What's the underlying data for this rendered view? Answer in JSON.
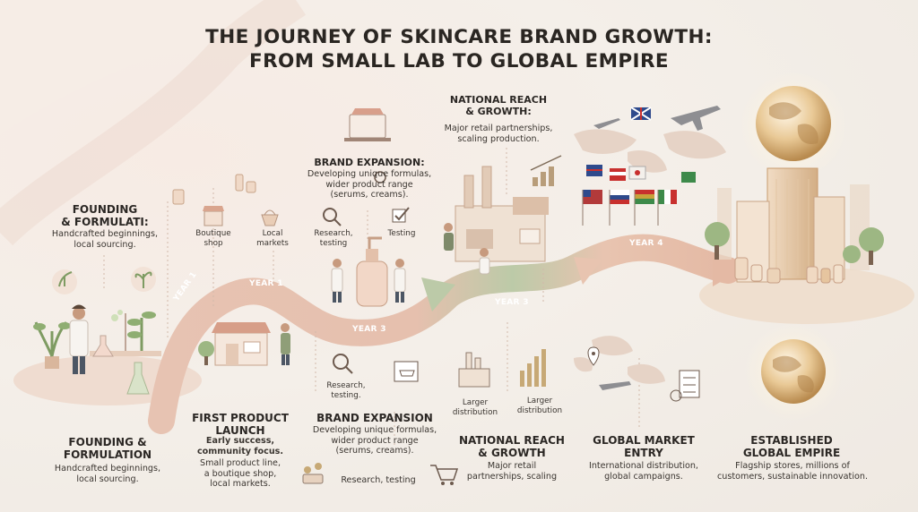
{
  "title": {
    "line1": "THE JOURNEY OF SKINCARE BRAND GROWTH:",
    "line2": "FROM SMALL LAB TO GLOBAL EMPIRE"
  },
  "timeline_labels": [
    "YEAR 1",
    "YEAR 3",
    "YEAR 3",
    "YEAR 4"
  ],
  "year_label_rotated": "YEAR 1",
  "stages_top": {
    "founding": {
      "heading": "FOUNDING\n& FORMULATI:",
      "desc": "Handcrafted beginnings,\nlocal sourcing."
    },
    "boutique": "Boutique\nshop",
    "local_markets": "Local\nmarkets",
    "brand_expansion": {
      "heading": "BRAND EXPANSION:",
      "desc": "Developing unique formulas,\nwider product range\n(serums, creams)."
    },
    "research": "Research,\ntesting",
    "testing": "Testing",
    "national": {
      "heading": "NATIONAL REACH\n& GROWTH:",
      "desc": "Major retail partnerships,\nscaling production."
    }
  },
  "stages_bottom": {
    "founding": {
      "heading": "FOUNDING &\nFORMULATION",
      "desc": "Handcrafted beginnings,\nlocal sourcing."
    },
    "first_product": {
      "heading": "FIRST PRODUCT\nLAUNCH",
      "sub": "Early success,\ncommunity focus.",
      "desc": "Small product line,\na boutique shop,\nlocal markets."
    },
    "research_testing": "Research,\ntesting.",
    "brand_expansion": {
      "heading": "BRAND EXPANSION",
      "desc": "Developing unique formulas,\nwider product range\n(serums, creams)."
    },
    "research_testing_2": "Research, testing",
    "larger_distribution_1": "Larger\ndistribution",
    "larger_distribution_2": "Larger\ndistribution",
    "national": {
      "heading": "NATIONAL REACH\n& GROWTH",
      "desc": "Major retail\npartnerships, scaling"
    },
    "global_entry": {
      "heading": "GLOBAL MARKET\nENTRY",
      "desc": "International distribution,\nglobal campaigns."
    },
    "established": {
      "heading": "ESTABLISHED\nGLOBAL EMPIRE",
      "desc": "Flagship stores, millions of\ncustomers, sustainable innovation."
    }
  },
  "icons": [
    "plant-icon",
    "scientist-icon",
    "flask-icon",
    "boutique-shop-icon",
    "market-basket-icon",
    "cosmetic-bottle-icon",
    "magnifier-icon",
    "checkbox-icon",
    "laptop-shop-icon",
    "factory-icon",
    "bar-chart-icon",
    "world-map-icon",
    "flag-icon",
    "airplane-icon",
    "globe-icon",
    "skyscraper-icon",
    "shopping-cart-icon",
    "location-pin-icon",
    "checklist-icon",
    "team-icon"
  ],
  "colors": {
    "background": "#f2ece6",
    "path_rose": "#e9c4b2",
    "path_sage": "#b9c7a6",
    "text": "#2b2724",
    "gold": "#d8b27a"
  }
}
